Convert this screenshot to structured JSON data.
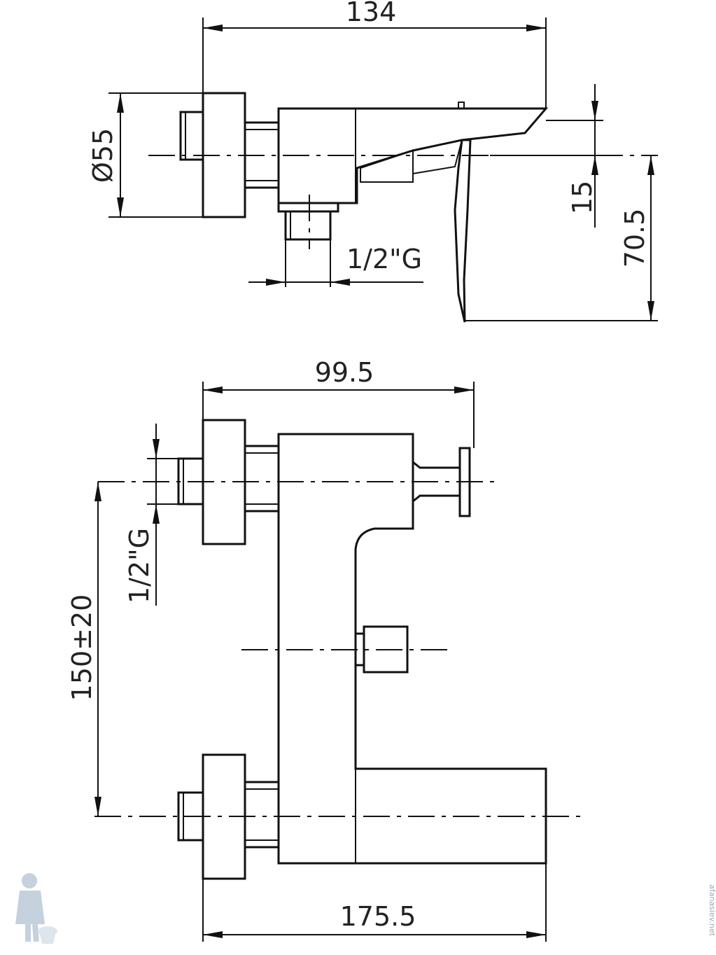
{
  "dimensions": {
    "top_width": "134",
    "diameter": "Ø55",
    "offset_15": "15",
    "height_70_5": "70.5",
    "thread_top": "1/2\"G",
    "width_99_5": "99.5",
    "thread_left": "1/2\"G",
    "spacing": "150±20",
    "overall_width": "175.5"
  },
  "watermark": {
    "side_text": "afanasiev.net"
  },
  "colors": {
    "line": "#111111",
    "watermark": "#9aa9b8"
  }
}
